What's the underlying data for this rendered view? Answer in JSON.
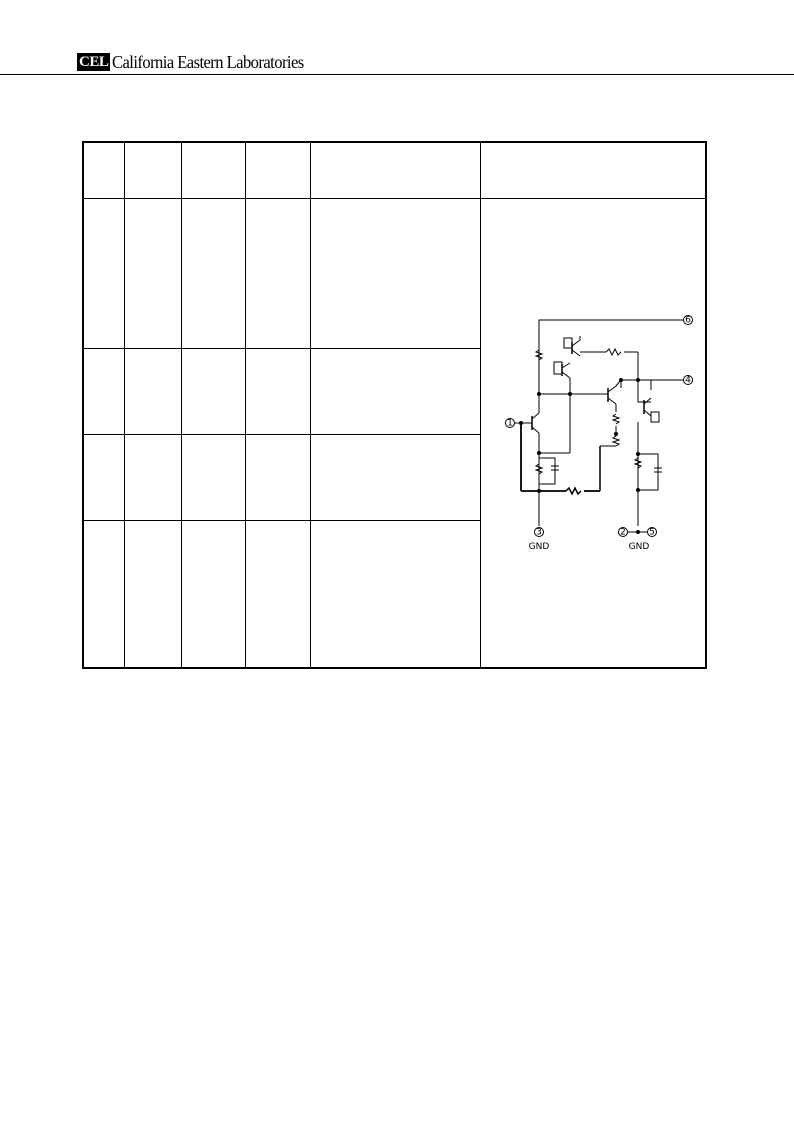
{
  "header": {
    "logo_text": "CEL",
    "company_name": "California Eastern Laboratories"
  },
  "schematic": {
    "pins": {
      "p1": "1",
      "p3": "3",
      "p4": "4",
      "p5": "5",
      "p6": "6",
      "p2": "2"
    },
    "gnd_left": "GND",
    "gnd_right": "GND"
  }
}
